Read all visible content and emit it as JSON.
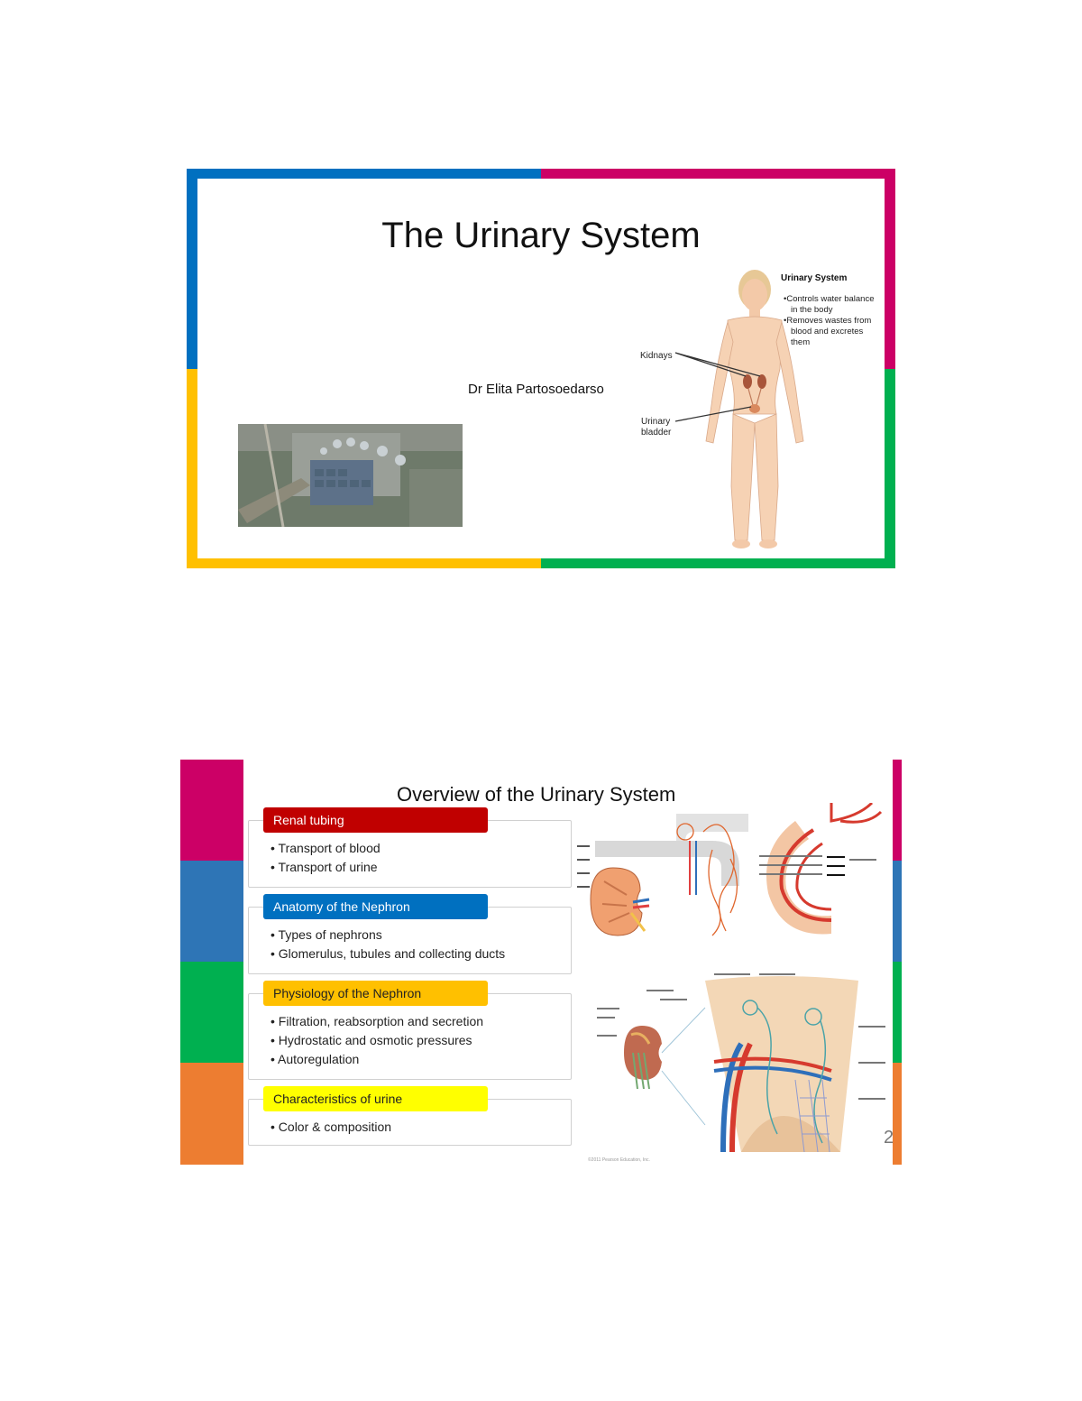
{
  "slide1": {
    "title": "The Urinary System",
    "author": "Dr Elita Partosoedarso",
    "photo_alt": "Aerial photo of a wastewater treatment plant",
    "figure": {
      "label_kidneys": "Kidnays",
      "label_bladder_line1": "Urinary",
      "label_bladder_line2": "bladder",
      "info_title": "Urinary System",
      "info_items": [
        "Controls water balance in the body",
        "Removes wastes from blood and excretes them"
      ]
    },
    "frame_colors": {
      "blue": "#0070c0",
      "magenta": "#cc0066",
      "yellow": "#ffc000",
      "green": "#00b050"
    }
  },
  "slide2": {
    "title": "Overview of the Urinary System",
    "sections": [
      {
        "heading": "Renal tubing",
        "head_color": "#c00000",
        "text_color": "#ffffff",
        "items": [
          "Transport of blood",
          "Transport of urine"
        ]
      },
      {
        "heading": "Anatomy of the Nephron",
        "head_color": "#0070c0",
        "text_color": "#ffffff",
        "items": [
          "Types of nephrons",
          "Glomerulus, tubules and collecting ducts"
        ]
      },
      {
        "heading": "Physiology of the Nephron",
        "head_color": "#ffc000",
        "text_color": "#222222",
        "items": [
          "Filtration, reabsorption and secretion",
          "Hydrostatic and osmotic pressures",
          "Autoregulation"
        ]
      },
      {
        "heading": "Characteristics of urine",
        "head_color": "#ffff00",
        "text_color": "#222222",
        "items": [
          "Color & composition"
        ]
      }
    ],
    "page_number": "2",
    "credit": "©2011 Pearson Education, Inc.",
    "side_colors": [
      "#cc0066",
      "#2e75b6",
      "#00b050",
      "#ed7d31"
    ]
  }
}
